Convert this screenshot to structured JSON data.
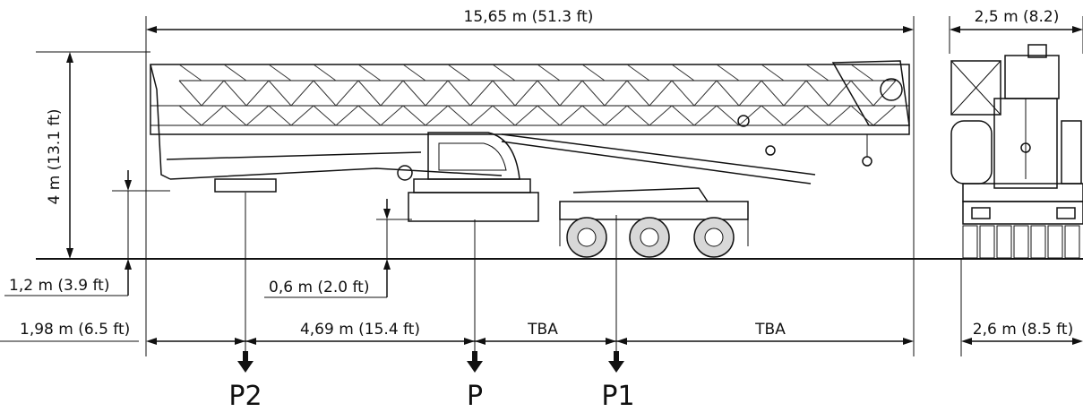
{
  "dimensions": {
    "overall_length": "15,65 m (51.3 ft)",
    "height": "4 m (13.1 ft)",
    "rear_width": "2,5 m (8.2)",
    "jib_height": "1,2 m (3.9 ft)",
    "ground_clearance": "0,6 m (2.0 ft)",
    "front_overhang": "1,98 m (6.5 ft)",
    "p2_to_p": "4,69 m (15.4 ft)",
    "p_to_p1": "TBA",
    "p1_to_end": "TBA",
    "axle_width": "2,6 m (8.5 ft)"
  },
  "points": {
    "p2": "P2",
    "p": "P",
    "p1": "P1"
  }
}
